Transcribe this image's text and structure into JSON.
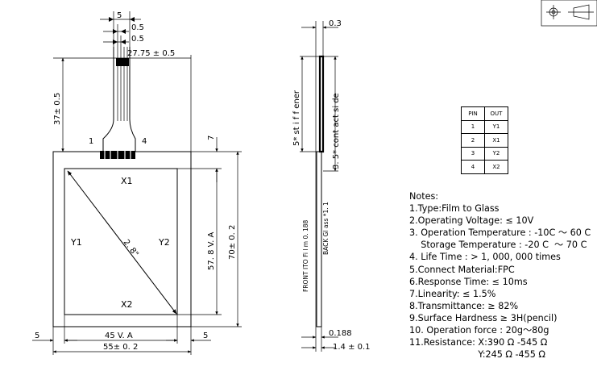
{
  "dims": {
    "top_5": "5",
    "top_0_5_a": "0.5",
    "top_0_5_b": "0.5",
    "tail_width": "27.75 ± 0.5",
    "tail_length": "37± 0.5",
    "pin_left": "1",
    "pin_right": "4",
    "edge_7": "7",
    "va_height": "57. 8 V. A",
    "outer_height": "70± 0. 2",
    "left_5": "5",
    "right_5": "5",
    "va_width": "45  V. A",
    "outer_width": "55± 0. 2",
    "diagonal": "2. 8\"",
    "x1": "X1",
    "x2": "X2",
    "y1": "Y1",
    "y2": "Y2"
  },
  "side": {
    "top_0_3": "0.3",
    "stiffener": "5* st i f f ener",
    "contact_side": "3. 5* cont act  si de",
    "front_film": "FRONT  ITO Fi l m 0. 188",
    "back_glass": "BACK Gl ass *1. 1",
    "film_thk": "0.188",
    "total_thk": "1.4 ±  0.1"
  },
  "pin_table": {
    "headers": [
      "PIN",
      "OUT"
    ],
    "rows": [
      [
        "1",
        "Y1"
      ],
      [
        "2",
        "X1"
      ],
      [
        "3",
        "Y2"
      ],
      [
        "4",
        "X2"
      ]
    ]
  },
  "notes": [
    "Notes:",
    "1.Type:Film to Glass",
    "2.Operating Voltage:   ≤ 10V",
    "3. Operation Temperature : -10C  ～ 60 C",
    "    Storage Temperature : -20 C  ～ 70 C",
    "4. Life Time   :  > 1,  000,  000 times",
    "5.Connect Material:FPC",
    "6.Response Time: ≤ 10ms",
    "7.Linearity:    ≤ 1.5%",
    "8.Transmittance:   ≥ 82%",
    "9.Surface Hardness   ≥ 3H(pencil)",
    "10. Operation force   : 20g～80g",
    "11.Resistance:    X:390 Ω -545 Ω",
    "                        Y:245 Ω -455 Ω"
  ]
}
